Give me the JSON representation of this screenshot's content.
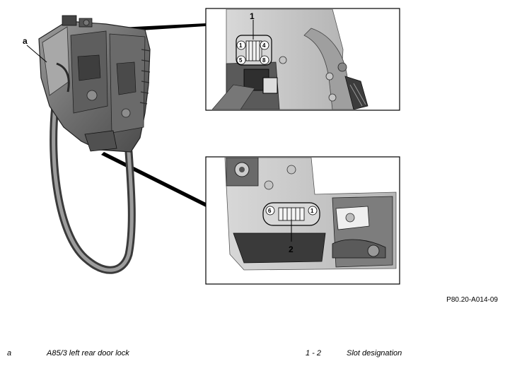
{
  "figure": {
    "callout_a": "a",
    "callout_1": "1",
    "callout_2": "2",
    "pin_top_left": "1",
    "pin_top_right": "4",
    "pin_bottom_left": "5",
    "pin_bottom_right": "8",
    "pin_lower_left": "6",
    "pin_lower_right": "1",
    "figure_id": "P80.20-A014-09"
  },
  "legend": {
    "items": [
      {
        "key": "a",
        "text": "A85/3 left rear door lock"
      },
      {
        "key": "1 - 2",
        "text": "Slot designation"
      }
    ]
  },
  "colors": {
    "line": "#000000",
    "metal_dark": "#5a5a5a",
    "metal_mid": "#8a8a8a",
    "metal_light": "#c9c9c9",
    "background": "#ffffff"
  }
}
